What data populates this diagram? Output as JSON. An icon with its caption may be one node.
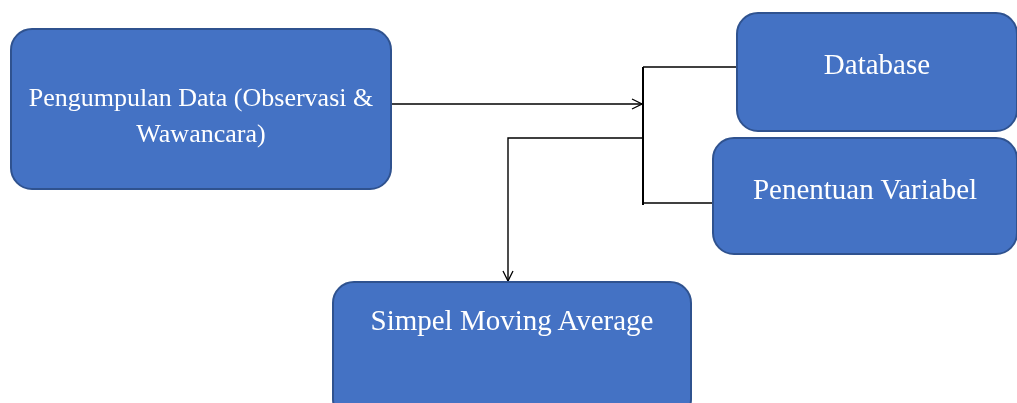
{
  "diagram": {
    "nodes": [
      {
        "text": [
          "Pengumpulan Data (Observasi & Wawancara)"
        ]
      },
      {
        "text": [],
        "shape": "bar"
      },
      {
        "text": [
          "Database"
        ]
      },
      {
        "text": [
          "Penentuan Variabel"
        ]
      },
      {
        "text": [
          "Simpel Moving Average"
        ]
      }
    ],
    "edges": [
      {
        "from": 0,
        "to": 1,
        "arrow": "to"
      },
      {
        "from": 1,
        "to": 2,
        "arrow": "none"
      },
      {
        "from": 1,
        "to": 3,
        "arrow": "none"
      },
      {
        "from": 1,
        "to": 4,
        "arrow": "to"
      }
    ]
  }
}
